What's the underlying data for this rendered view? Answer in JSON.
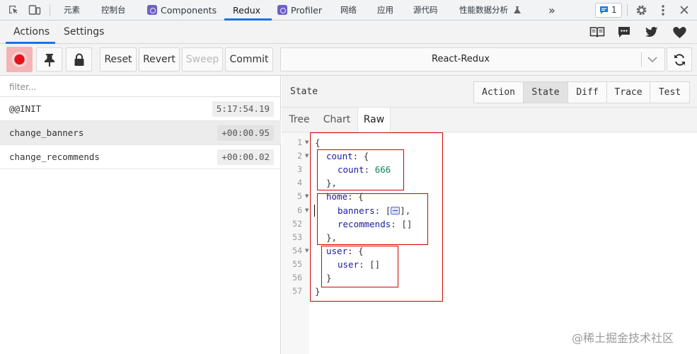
{
  "devtools": {
    "tabs": [
      {
        "label": "元素",
        "zh": true
      },
      {
        "label": "控制台",
        "zh": true
      },
      {
        "label": "Components",
        "zh": false,
        "react": true
      },
      {
        "label": "Redux",
        "zh": false,
        "active": true
      },
      {
        "label": "Profiler",
        "zh": false,
        "react": true
      },
      {
        "label": "网络",
        "zh": true
      },
      {
        "label": "应用",
        "zh": true
      },
      {
        "label": "源代码",
        "zh": true
      },
      {
        "label": "性能数据分析",
        "zh": true
      }
    ],
    "issues_count": "1",
    "overflow_label": "»"
  },
  "redux": {
    "subtabs": [
      "Actions",
      "Settings"
    ],
    "toolbar": {
      "reset": "Reset",
      "revert": "Revert",
      "sweep": "Sweep",
      "commit": "Commit",
      "store_select": "React-Redux"
    },
    "filter_placeholder": "filter...",
    "actions": [
      {
        "name": "@@INIT",
        "time": "5:17:54.19",
        "selected": false
      },
      {
        "name": "change_banners",
        "time": "+00:00.95",
        "selected": true
      },
      {
        "name": "change_recommends",
        "time": "+00:00.02",
        "selected": false
      }
    ],
    "panel_title": "State",
    "monitor_tabs": [
      "Action",
      "State",
      "Diff",
      "Trace",
      "Test"
    ],
    "active_monitor": "State",
    "view_tabs": [
      "Tree",
      "Chart",
      "Raw"
    ],
    "active_view": "Raw",
    "code": [
      {
        "ln": "1",
        "fold": true,
        "indent": 0,
        "parts": [
          {
            "t": "{",
            "c": "punc"
          }
        ]
      },
      {
        "ln": "2",
        "fold": true,
        "indent": 1,
        "parts": [
          {
            "t": "count",
            "c": "key"
          },
          {
            "t": ": {",
            "c": "punc"
          }
        ]
      },
      {
        "ln": "3",
        "fold": false,
        "indent": 2,
        "parts": [
          {
            "t": "count",
            "c": "key"
          },
          {
            "t": ": ",
            "c": "punc"
          },
          {
            "t": "666",
            "c": "num"
          }
        ]
      },
      {
        "ln": "4",
        "fold": false,
        "indent": 1,
        "parts": [
          {
            "t": "},",
            "c": "punc"
          }
        ]
      },
      {
        "ln": "5",
        "fold": true,
        "indent": 1,
        "parts": [
          {
            "t": "home",
            "c": "key"
          },
          {
            "t": ": {",
            "c": "punc"
          }
        ]
      },
      {
        "ln": "6",
        "fold": true,
        "indent": 2,
        "parts": [
          {
            "t": "banners",
            "c": "key"
          },
          {
            "t": ": [",
            "c": "punc"
          },
          {
            "t": "",
            "c": "ellip"
          },
          {
            "t": "],",
            "c": "punc"
          }
        ]
      },
      {
        "ln": "52",
        "fold": false,
        "indent": 2,
        "parts": [
          {
            "t": "recommends",
            "c": "key"
          },
          {
            "t": ": []",
            "c": "punc"
          }
        ]
      },
      {
        "ln": "53",
        "fold": false,
        "indent": 1,
        "parts": [
          {
            "t": "},",
            "c": "punc"
          }
        ]
      },
      {
        "ln": "54",
        "fold": true,
        "indent": 1,
        "parts": [
          {
            "t": "user",
            "c": "key"
          },
          {
            "t": ": {",
            "c": "punc"
          }
        ]
      },
      {
        "ln": "55",
        "fold": false,
        "indent": 2,
        "parts": [
          {
            "t": "user",
            "c": "key"
          },
          {
            "t": ": []",
            "c": "punc"
          }
        ]
      },
      {
        "ln": "56",
        "fold": false,
        "indent": 1,
        "parts": [
          {
            "t": "}",
            "c": "punc"
          }
        ]
      },
      {
        "ln": "57",
        "fold": false,
        "indent": 0,
        "parts": [
          {
            "t": "}",
            "c": "punc"
          }
        ]
      }
    ]
  },
  "watermark": "@稀土掘金技术社区",
  "colors": {
    "accent": "#1a73e8",
    "record": "#e8121c",
    "annotation": "#d40000"
  }
}
